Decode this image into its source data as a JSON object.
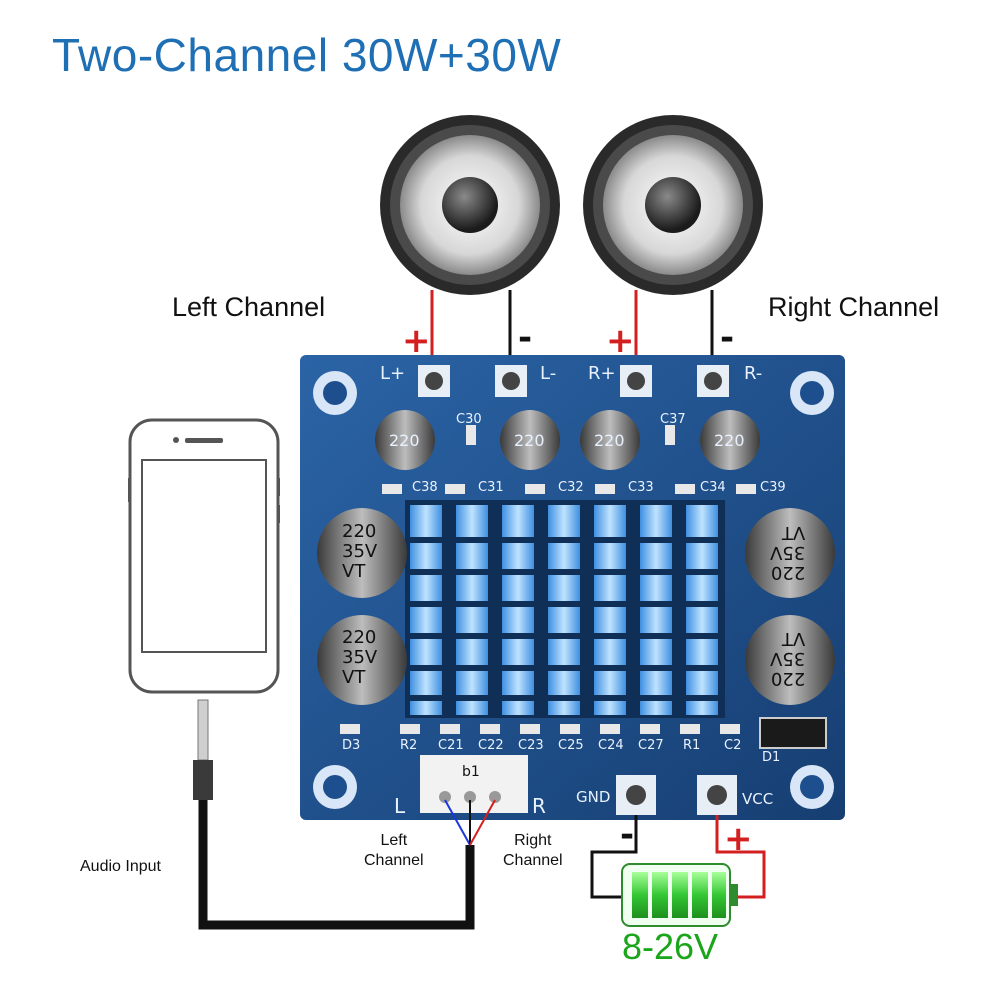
{
  "title": "Two-Channel 30W+30W",
  "speakers": {
    "left_label": "Left Channel",
    "right_label": "Right Channel",
    "plus": "+",
    "minus": "-"
  },
  "board": {
    "terminal_labels": [
      "L+",
      "L-",
      "R+",
      "R-"
    ],
    "caps_small": [
      "220",
      "220",
      "220",
      "220"
    ],
    "caps_small_labels": [
      "C30",
      "C37"
    ],
    "row_labels_top": [
      "C38",
      "C31",
      "C32",
      "C33",
      "C34",
      "C39"
    ],
    "big_caps": [
      {
        "l1": "220",
        "l2": "35V",
        "l3": "VT"
      },
      {
        "l1": "220",
        "l2": "35V",
        "l3": "VT"
      },
      {
        "l1": "220",
        "l2": "35V",
        "l3": "VT"
      },
      {
        "l1": "220",
        "l2": "35V",
        "l3": "VT"
      }
    ],
    "bottom_labels": [
      "D3",
      "R2",
      "C21",
      "C22",
      "C23",
      "C25",
      "C24",
      "C27",
      "R1",
      "C2"
    ],
    "diode_label": "D1",
    "input_label": "b1",
    "input_l": "L",
    "input_r": "R",
    "gnd_label": "GND",
    "vcc_label": "VCC"
  },
  "input": {
    "audio_label": "Audio Input",
    "left_channel": "Left\nChannel",
    "right_channel": "Right\nChannel"
  },
  "power": {
    "minus": "-",
    "plus": "+",
    "voltage": "8-26V"
  },
  "colors": {
    "title": "#1f6fb5",
    "board": "#1d4f8e",
    "heatsink": "#6fb6ff",
    "wire_red": "#d31f1f",
    "battery_green": "#4ddf4d"
  }
}
